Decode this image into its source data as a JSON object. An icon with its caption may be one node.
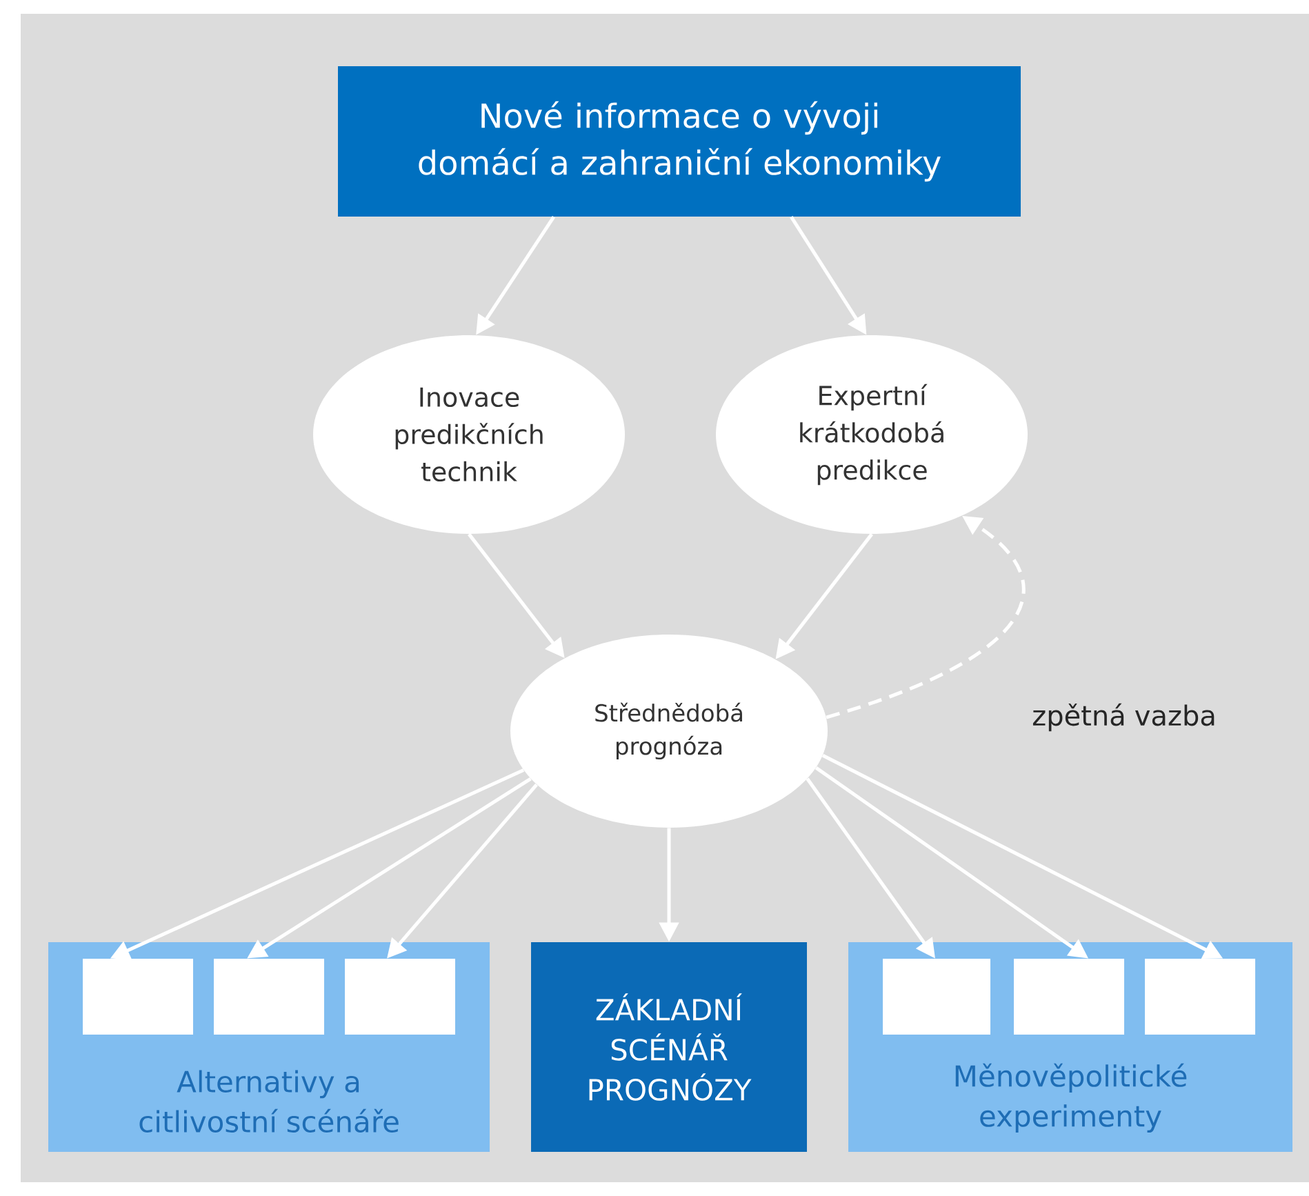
{
  "diagram": {
    "nodes": [
      {
        "text": [
          "Nové informace o vývoji domácí a zahraniční ekonomiky"
        ]
      },
      {
        "text": [
          "Inovace predikčních technik"
        ]
      },
      {
        "text": [
          "Expertní krátkodobá predikce"
        ]
      },
      {
        "text": [
          "Střednědobá prognóza"
        ]
      },
      {
        "text": [
          "Alternativy a citlivostní scénáře"
        ]
      },
      {
        "text": [],
        "shape": "box",
        "in": 4
      },
      {
        "text": [],
        "shape": "box",
        "in": 4
      },
      {
        "text": [],
        "shape": "box",
        "in": 4
      },
      {
        "text": [
          "ZÁKLADNÍ SCÉNÁŘ PROGNÓZY"
        ]
      },
      {
        "text": [
          "Měnověpolitické experimenty"
        ]
      },
      {
        "text": [],
        "shape": "box",
        "in": 9
      },
      {
        "text": [],
        "shape": "box",
        "in": 9
      },
      {
        "text": [],
        "shape": "box",
        "in": 9
      }
    ],
    "edges": [
      {
        "from": 0,
        "to": 1,
        "arrow": "to"
      },
      {
        "from": 0,
        "to": 2,
        "arrow": "to"
      },
      {
        "from": 1,
        "to": 3,
        "arrow": "to"
      },
      {
        "from": 2,
        "to": 3,
        "arrow": "to"
      },
      {
        "from": 3,
        "to": 2,
        "arrow": "to",
        "style": "dashed",
        "label": "zpětná vazba"
      },
      {
        "from": 3,
        "to": 5,
        "arrow": "to"
      },
      {
        "from": 3,
        "to": 6,
        "arrow": "to"
      },
      {
        "from": 3,
        "to": 7,
        "arrow": "to"
      },
      {
        "from": 3,
        "to": 8,
        "arrow": "to"
      },
      {
        "from": 3,
        "to": 10,
        "arrow": "to"
      },
      {
        "from": 3,
        "to": 11,
        "arrow": "to"
      },
      {
        "from": 3,
        "to": 12,
        "arrow": "to"
      }
    ]
  }
}
